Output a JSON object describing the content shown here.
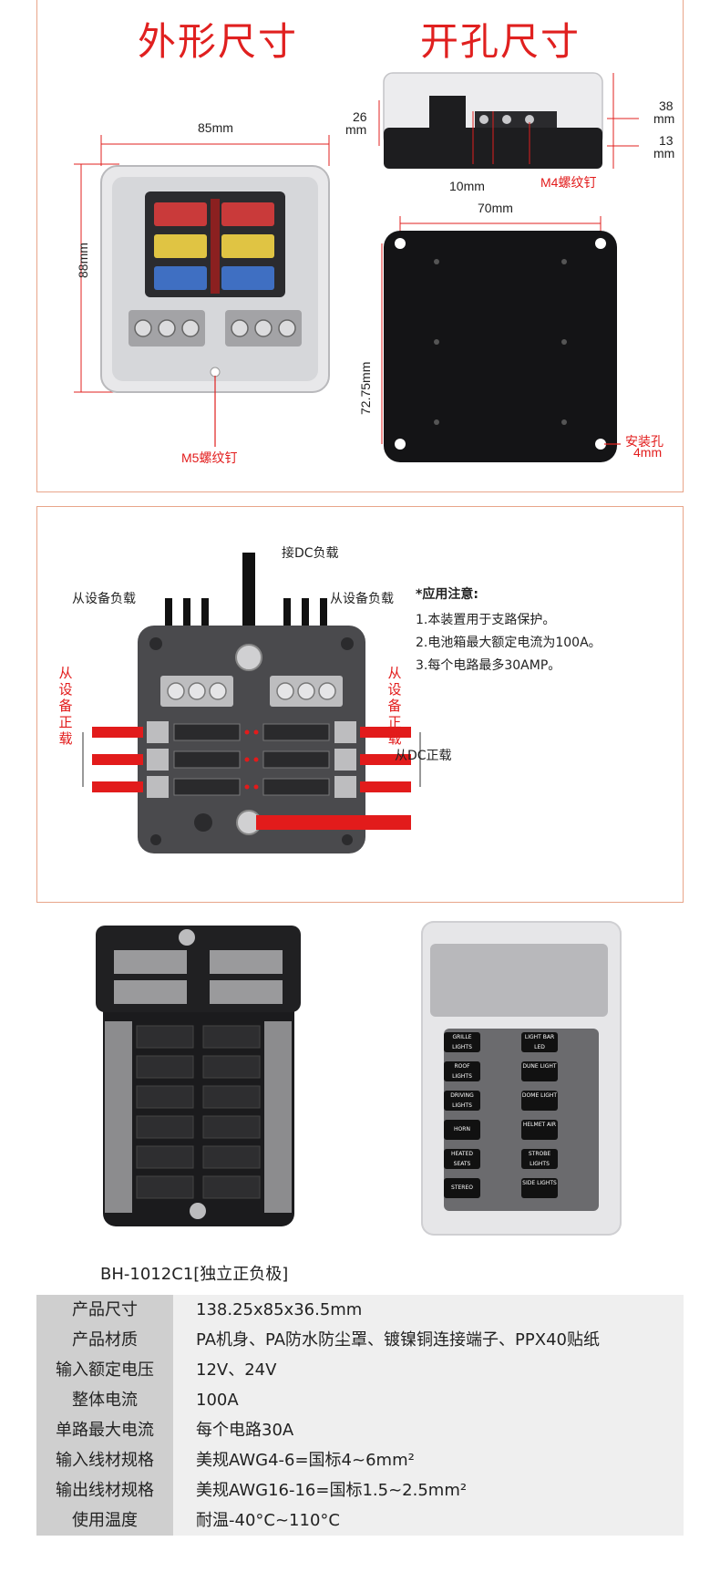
{
  "dimensions_panel": {
    "title_outline": "外形尺寸",
    "title_holes": "开孔尺寸",
    "width_85": "85mm",
    "height_88": "88mm",
    "m5_screw": "M5螺纹钉",
    "h26": "26",
    "h26_unit": "mm",
    "h38": "38",
    "h38_unit": "mm",
    "h13": "13",
    "h13_unit": "mm",
    "w10": "10mm",
    "m4_screw": "M4螺纹钉",
    "w70": "70mm",
    "h72": "72.75mm",
    "mount_hole": "安装孔",
    "mount_hole_size": "4mm"
  },
  "wiring_panel": {
    "dc_negative": "接DC负载",
    "from_device_load_left": "从设备负载",
    "from_device_load_right": "从设备负载",
    "from_device_positive_left": [
      "从",
      "设",
      "备",
      "正",
      "载"
    ],
    "from_device_positive_right": [
      "从",
      "设",
      "备",
      "正",
      "载"
    ],
    "from_dc_positive": "从DC正载",
    "notes_title": "*应用注意:",
    "notes": [
      "1.本装置用于支路保护。",
      "2.电池箱最大额定电流为100A。",
      "3.每个电路最多30AMP。"
    ]
  },
  "product_photos": {
    "caption": "BH-1012C1[独立正负极]",
    "label_left": [
      "GRILLE LIGHTS",
      "ROOF LIGHTS",
      "DRIVING LIGHTS",
      "HORN",
      "HEATED SEATS",
      "STEREO"
    ],
    "label_right": [
      "LIGHT BAR LED",
      "DUNE LIGHT",
      "DOME LIGHT",
      "HELMET AIR",
      "STROBE LIGHTS",
      "SIDE LIGHTS"
    ]
  },
  "specs": [
    {
      "label": "产品尺寸",
      "value": "138.25x85x36.5mm"
    },
    {
      "label": "产品材质",
      "value": "PA机身、PA防水防尘罩、镀镍铜连接端子、PPX40贴纸"
    },
    {
      "label": "输入额定电压",
      "value": "12V、24V"
    },
    {
      "label": "整体电流",
      "value": "100A"
    },
    {
      "label": "单路最大电流",
      "value": "每个电路30A"
    },
    {
      "label": "输入线材规格",
      "value": "美规AWG4-6=国标4~6mm²"
    },
    {
      "label": "输出线材规格",
      "value": "美规AWG16-16=国标1.5~2.5mm²"
    },
    {
      "label": "使用温度",
      "value": "耐温-40°C~110°C"
    }
  ],
  "colors": {
    "accent_red": "#e21b1b",
    "border": "#e8a58a",
    "label_bg": "#cfcfcf",
    "value_bg": "#efefef"
  }
}
